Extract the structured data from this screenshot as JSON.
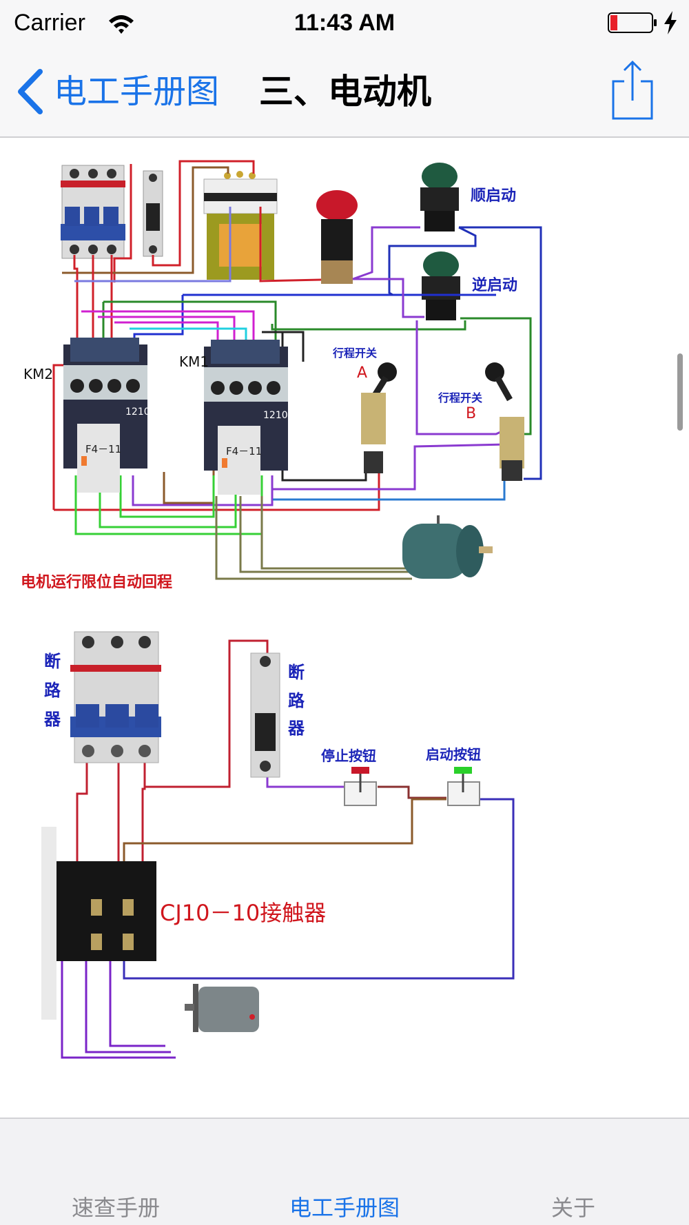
{
  "status_bar": {
    "carrier": "Carrier",
    "time": "11:43 AM",
    "battery_level": 0.15,
    "charging": true
  },
  "nav": {
    "back_label": "电工手册图",
    "title": "三、电动机",
    "share_icon": "share-icon"
  },
  "diagram1": {
    "labels": {
      "forward_start": "顺启动",
      "reverse_start": "逆启动",
      "km2": "KM2",
      "km1": "KM1",
      "relay_model_1": "F4－11",
      "relay_model_2": "F4－11",
      "contactor_code_1": "1210",
      "contactor_code_2": "1210",
      "limit_switch_a": "行程开关",
      "limit_switch_a_letter": "A",
      "limit_switch_b": "行程开关",
      "limit_switch_b_letter": "B",
      "caption": "电机运行限位自动回程"
    }
  },
  "diagram2": {
    "labels": {
      "breaker_left": "断路器",
      "breaker_right": "断路器",
      "stop_button": "停止按钮",
      "start_button": "启动按钮",
      "contactor": "CJ10－10接触器"
    }
  },
  "tabbar": {
    "tabs": [
      {
        "label": "速查手册",
        "active": false
      },
      {
        "label": "电工手册图",
        "active": true
      },
      {
        "label": "关于",
        "active": false
      }
    ]
  },
  "colors": {
    "accent": "#1a73e8",
    "caption_red": "#d0161d",
    "label_blue": "#1b24b8"
  }
}
